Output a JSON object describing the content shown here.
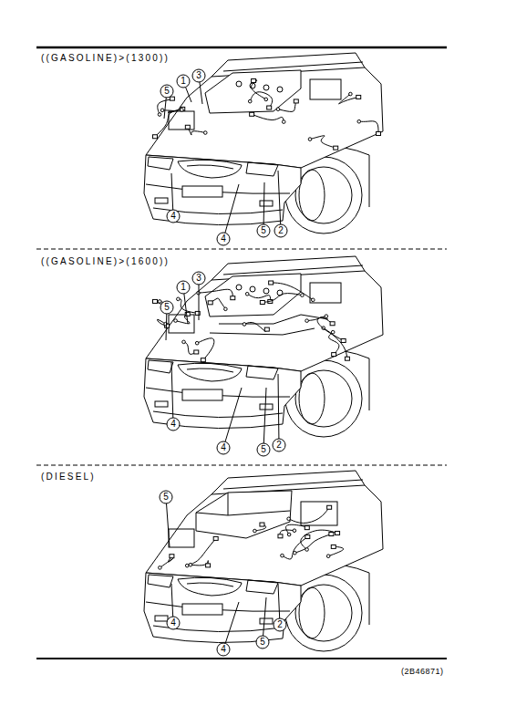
{
  "diagram": {
    "labels": [
      "((GASOLINE)>(1300))",
      "5",
      "1",
      "3",
      "4",
      "4",
      "5",
      "2",
      "((GASOLINE)>(1600))",
      "5",
      "1",
      "3",
      "4",
      "4",
      "5",
      "2",
      "(DIESEL)",
      "5",
      "4",
      "4",
      "5",
      "2",
      "(2B46871)"
    ]
  }
}
